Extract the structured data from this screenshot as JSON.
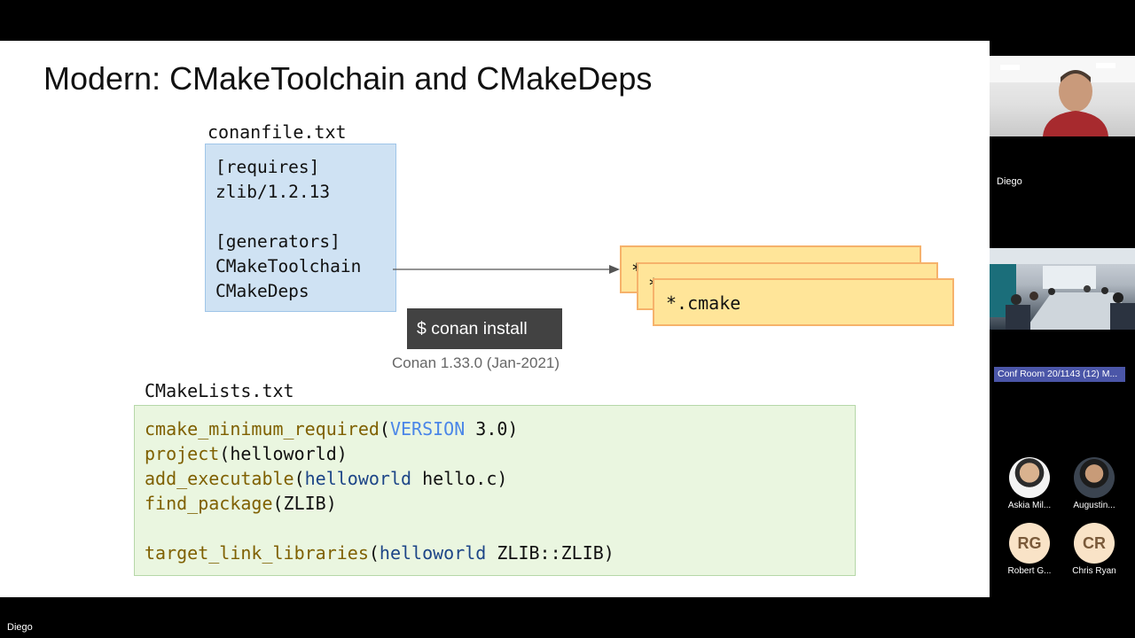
{
  "slide": {
    "title": "Modern: CMakeToolchain and CMakeDeps",
    "conanfile": {
      "label": "conanfile.txt",
      "lines": [
        "[requires]",
        "zlib/1.2.13",
        "",
        "[generators]",
        "CMakeToolchain",
        "CMakeDeps"
      ]
    },
    "output_boxes": {
      "front_label": "*.cmake",
      "back_label_fragment_1": "*",
      "back_label_fragment_2": "*"
    },
    "install_command": "$ conan install",
    "conan_version": "Conan 1.33.0 (Jan-2021)",
    "cmakelists": {
      "label": "CMakeLists.txt",
      "line1": {
        "fn": "cmake_minimum_required",
        "open": "(",
        "kw": "VERSION",
        "rest": " 3.0)"
      },
      "line2": {
        "fn": "project",
        "rest": "(helloworld)"
      },
      "line3": {
        "fn": "add_executable",
        "open": "(",
        "arg": "helloworld",
        "rest": " hello.c)"
      },
      "line4": {
        "fn": "find_package",
        "rest": "(ZLIB)"
      },
      "line5": {
        "fn": "target_link_libraries",
        "open": "(",
        "arg": "helloworld",
        "rest": " ZLIB::ZLIB)"
      }
    }
  },
  "participants": {
    "presenter_video_name": "Diego",
    "room_video_name": "Conf Room 20/1143 (12) M...",
    "tiles": [
      {
        "name": "Askia Mil...",
        "initials": ""
      },
      {
        "name": "Augustin...",
        "initials": ""
      },
      {
        "name": "Robert G...",
        "initials": "RG"
      },
      {
        "name": "Chris Ryan",
        "initials": "CR"
      }
    ]
  },
  "active_speaker_name": "Diego",
  "colors": {
    "conanfile_bg": "#cfe2f3",
    "cmake_box_bg": "#ffe599",
    "cmakelists_bg": "#eaf6e0",
    "keyword_blue": "#4a86e8",
    "function_brown": "#7f6000"
  }
}
